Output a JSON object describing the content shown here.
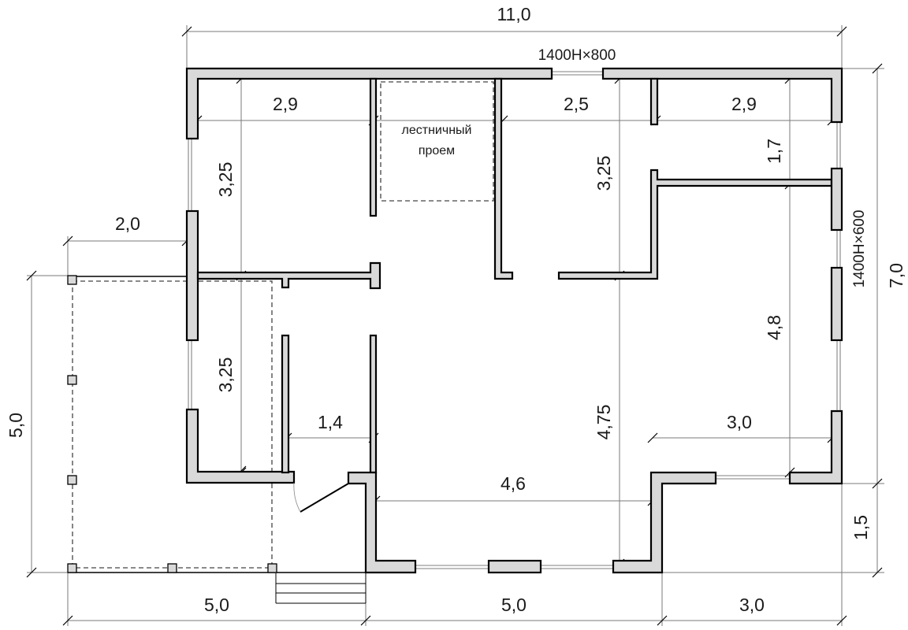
{
  "dimensions": {
    "total_width": "11,0",
    "total_height": "7,0",
    "terrace_width": "2,0",
    "terrace_height": "5,0",
    "bottom_left": "5,0",
    "bottom_mid": "5,0",
    "bottom_right": "3,0",
    "right_bottom_offset": "1,5",
    "room_tl_width": "2,9",
    "room_tc_width": "2,5",
    "room_tr_width": "2,9",
    "room_tl_height": "3,25",
    "room_bl_height": "3,25",
    "room_center_height": "3,25",
    "room_tr_height": "1,7",
    "room_right_height": "4,8",
    "hall_height": "4,75",
    "hall_width": "4,6",
    "bath_width": "1,4",
    "alcove_width": "3,0"
  },
  "labels": {
    "stair_line1": "лестничный",
    "stair_line2": "проем",
    "window_top": "1400Н×800",
    "window_right": "1400Н×600"
  }
}
